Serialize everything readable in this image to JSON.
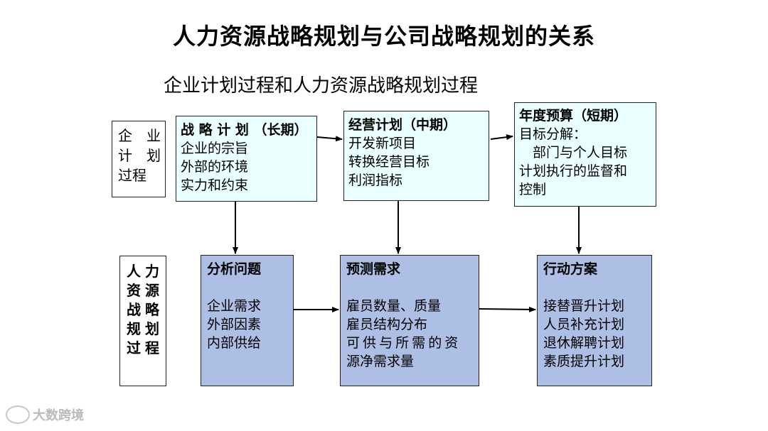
{
  "title": "人力资源战略规划与公司战略规划的关系",
  "subtitle": "企业计划过程和人力资源战略规划过程",
  "row_labels": {
    "corporate": [
      "企　业",
      "计　划",
      "过程"
    ],
    "hr": [
      "人力",
      "资源",
      "战略",
      "规划",
      "过程"
    ]
  },
  "top_boxes": [
    {
      "heading": "战 略 计 划 （长期）",
      "lines": [
        "企业的宗旨",
        "外部的环境",
        "实力和约束"
      ]
    },
    {
      "heading": "经营计划（中期）",
      "lines": [
        "开发新项目",
        "转换经营目标",
        "利润指标"
      ]
    },
    {
      "heading": "年度预算（短期）",
      "lines": [
        "目标分解：",
        "　部门与个人目标",
        "计划执行的监督和",
        "控制"
      ]
    }
  ],
  "bottom_boxes": [
    {
      "heading": "分析问题",
      "lines": [
        "企业需求",
        "外部因素",
        "内部供给"
      ]
    },
    {
      "heading": "预测需求",
      "lines": [
        "雇员数量、质量",
        "雇员结构分布",
        "可 供 与 所 需 的 资",
        "源净需求量"
      ]
    },
    {
      "heading": "行动方案",
      "lines": [
        "接替晋升计划",
        "人员补充计划",
        "退休解聘计划",
        "素质提升计划"
      ]
    }
  ],
  "watermark": "大数跨境",
  "colors": {
    "top_fill": "#eaffff",
    "bottom_fill": "#adbfe4",
    "border": "#222222"
  }
}
